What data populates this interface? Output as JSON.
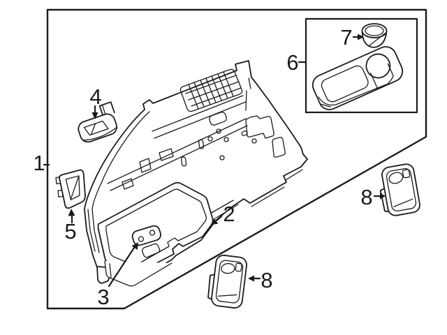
{
  "diagram": {
    "background": "#ffffff",
    "line_color": "#1b1b1b",
    "callouts": {
      "c1": {
        "label": "1"
      },
      "c2": {
        "label": "2"
      },
      "c3": {
        "label": "3"
      },
      "c4": {
        "label": "4"
      },
      "c5": {
        "label": "5"
      },
      "c6": {
        "label": "6"
      },
      "c7": {
        "label": "7"
      },
      "c8_right": {
        "label": "8"
      },
      "c8_bottom": {
        "label": "8"
      }
    }
  }
}
